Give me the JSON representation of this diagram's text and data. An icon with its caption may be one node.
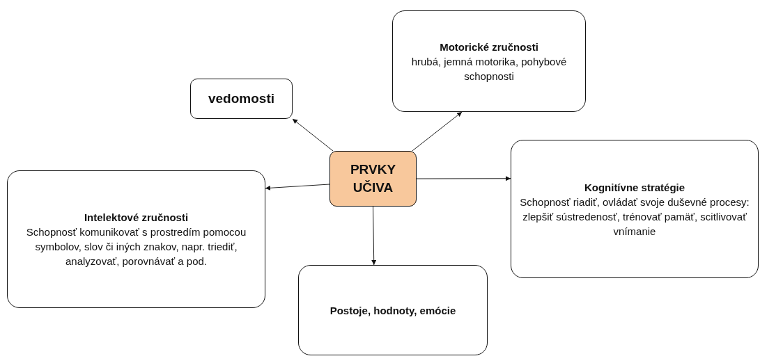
{
  "diagram": {
    "nodes": [
      {
        "text": [
          "PRVKY UČIVA"
        ]
      },
      {
        "text": [
          "vedomosti"
        ]
      },
      {
        "text": [
          "Motorické zručnosti",
          "hrubá, jemná motorika, pohybové schopnosti"
        ]
      },
      {
        "text": [
          "Kognitívne stratégie",
          "Schopnosť riadiť, ovládať svoje duševné procesy: zlepšiť sústredenosť, trénovať pamäť, scitlivovať vnímanie"
        ]
      },
      {
        "text": [
          "Intelektové zručnosti",
          "Schopnosť komunikovať s prostredím pomocou symbolov, slov či iných znakov, napr. triediť, analyzovať, porovnávať a pod."
        ]
      },
      {
        "text": [
          "Postoje, hodnoty, emócie"
        ]
      }
    ],
    "edges": [
      {
        "from": 0,
        "to": 1,
        "arrow": "to"
      },
      {
        "from": 0,
        "to": 2,
        "arrow": "to"
      },
      {
        "from": 0,
        "to": 3,
        "arrow": "to"
      },
      {
        "from": 0,
        "to": 4,
        "arrow": "to"
      },
      {
        "from": 0,
        "to": 5,
        "arrow": "to"
      }
    ]
  }
}
